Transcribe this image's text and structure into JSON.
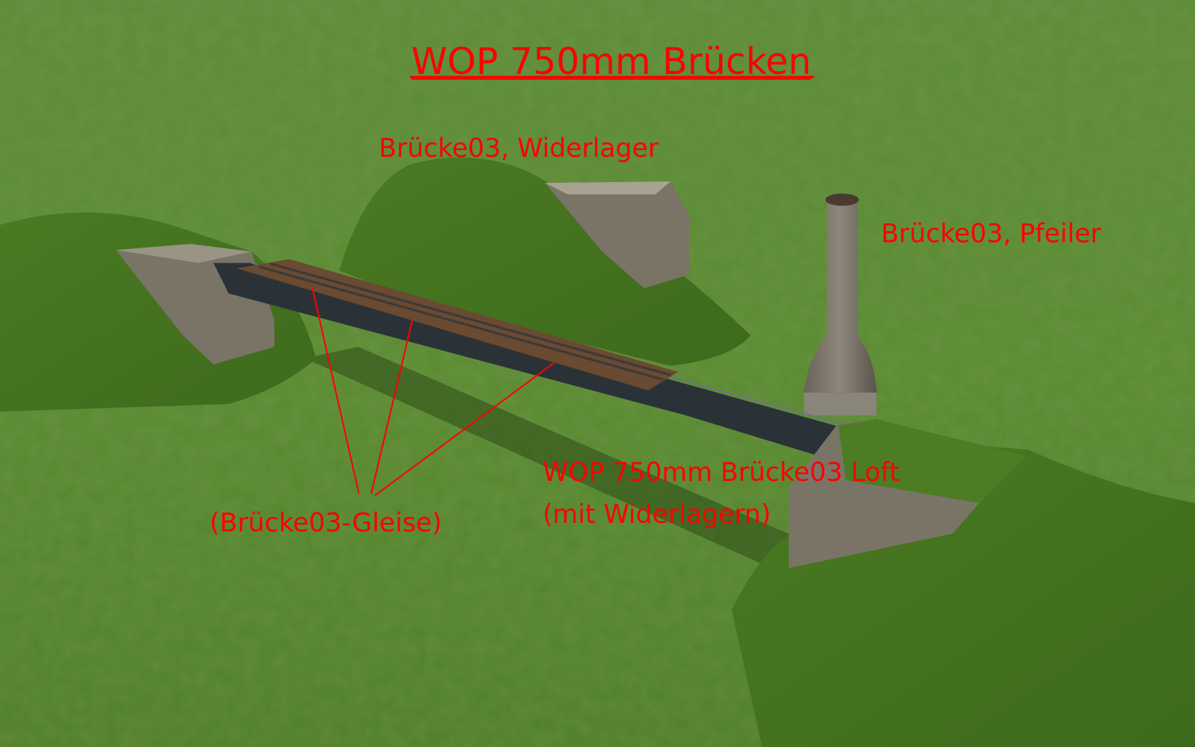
{
  "title": "WOP 750mm Brücken",
  "labels": {
    "abutment": "Brücke03, Widerlager",
    "pillar": "Brücke03, Pfeiler",
    "loft_line1": "WOP 750mm Brücke03 Loft",
    "loft_line2": "(mit Widerlagern)",
    "tracks": "(Brücke03-Gleise)"
  },
  "colors": {
    "annotation": "#ff0000",
    "grass": "#5a8a32",
    "stone": "#7a7466",
    "steel": "#2a3238",
    "deck": "#6a4a30"
  }
}
